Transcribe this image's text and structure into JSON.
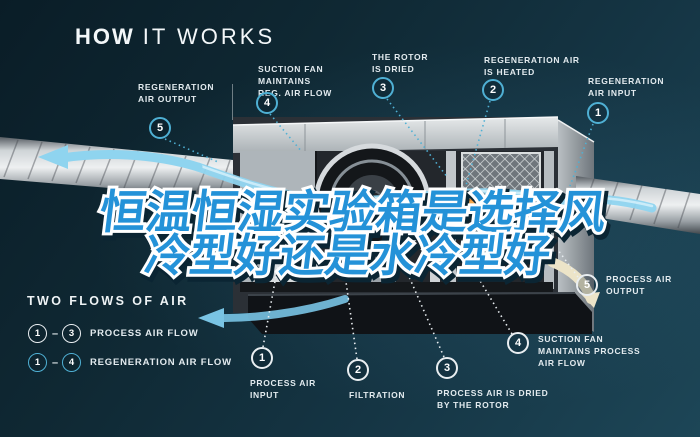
{
  "title": {
    "word_bold": "HOW",
    "word_light": "IT WORKS"
  },
  "headline": {
    "line1": "恒温恒湿实验箱是选择风",
    "line2": "冷型好还是水冷型好"
  },
  "callouts": {
    "regeneration": [
      {
        "number": "5",
        "label": "REGENERATION\nAIR OUTPUT"
      },
      {
        "number": "4",
        "label": "SUCTION FAN\nMAINTAINS\nREG. AIR FLOW"
      },
      {
        "number": "3",
        "label": "THE ROTOR\nIS DRIED"
      },
      {
        "number": "2",
        "label": "REGENERATION AIR\nIS HEATED"
      },
      {
        "number": "1",
        "label": "REGENERATION\nAIR INPUT"
      }
    ],
    "process": [
      {
        "number": "1",
        "label": "PROCESS AIR\nINPUT"
      },
      {
        "number": "2",
        "label": "FILTRATION"
      },
      {
        "number": "3",
        "label": "PROCESS AIR IS DRIED\nBY THE ROTOR"
      },
      {
        "number": "4",
        "label": "SUCTION FAN\nMAINTAINS PROCESS\nAIR FLOW"
      },
      {
        "number": "5",
        "label": "PROCESS AIR\nOUTPUT"
      }
    ]
  },
  "legend": {
    "heading": "TWO FLOWS OF AIR",
    "rows": [
      {
        "start": "1",
        "end": "3",
        "separator": "–",
        "label": "PROCESS AIR FLOW",
        "style": "process"
      },
      {
        "start": "1",
        "end": "4",
        "separator": "–",
        "label": "REGENERATION AIR FLOW",
        "style": "regeneration"
      }
    ]
  },
  "colors": {
    "background_dark": "#0a1d27",
    "accent_cyan": "#4fb0d4",
    "headline_blue": "#2492d8",
    "headline_outline": "#ffffff",
    "heater_orange": "#e8872a",
    "output_cream": "#ece4c8",
    "label_white": "#e3ebef"
  }
}
